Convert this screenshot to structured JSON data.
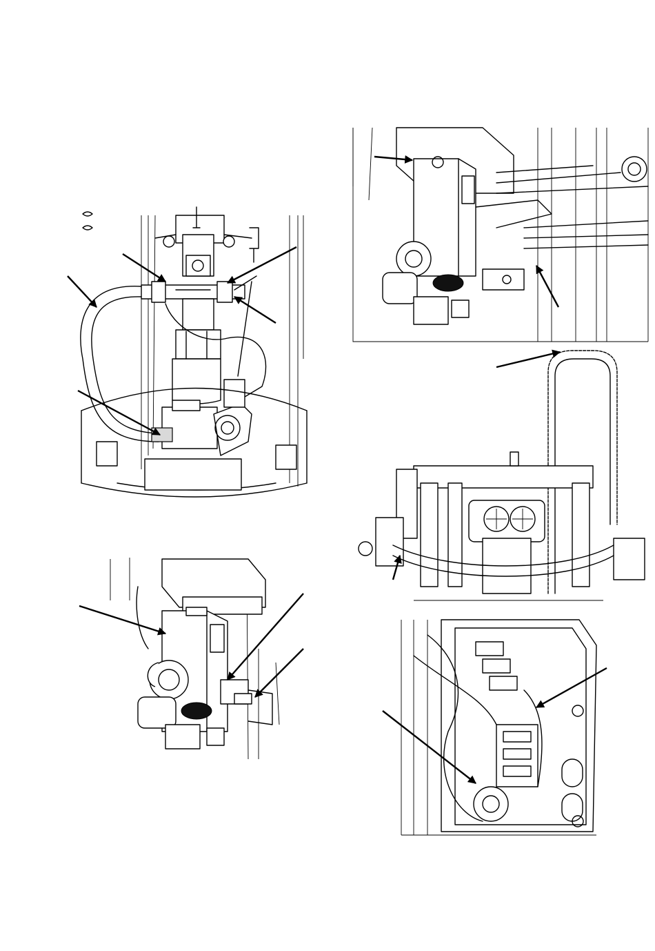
{
  "document": {
    "figures": [
      {
        "id": "fig-1"
      },
      {
        "id": "fig-2"
      },
      {
        "id": "fig-3"
      },
      {
        "id": "fig-4"
      },
      {
        "id": "fig-5"
      }
    ]
  }
}
